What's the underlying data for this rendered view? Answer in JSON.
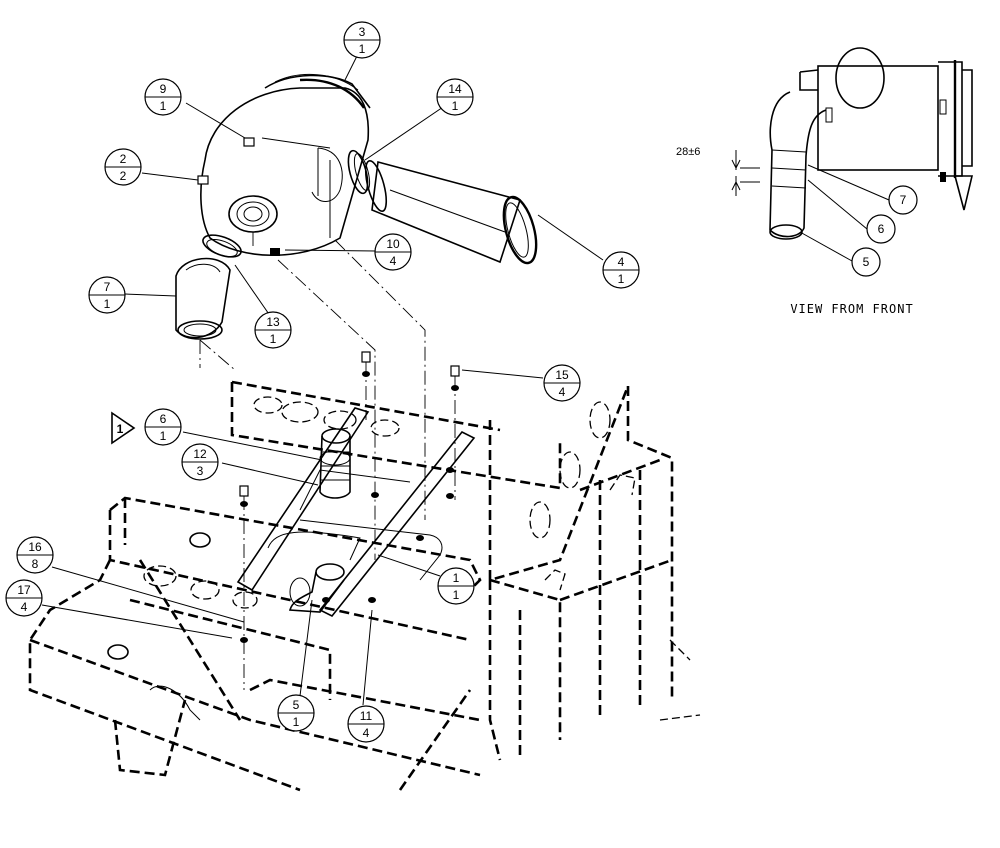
{
  "diagram": {
    "view_label": "VIEW FROM FRONT",
    "dimension": "28±6",
    "flag_note": "1",
    "callouts": [
      {
        "id": "c3",
        "item": "3",
        "qty": "1"
      },
      {
        "id": "c9",
        "item": "9",
        "qty": "1"
      },
      {
        "id": "c14",
        "item": "14",
        "qty": "1"
      },
      {
        "id": "c2",
        "item": "2",
        "qty": "2"
      },
      {
        "id": "c10",
        "item": "10",
        "qty": "4"
      },
      {
        "id": "c4",
        "item": "4",
        "qty": "1"
      },
      {
        "id": "c7",
        "item": "7",
        "qty": "1"
      },
      {
        "id": "c13",
        "item": "13",
        "qty": "1"
      },
      {
        "id": "c15",
        "item": "15",
        "qty": "4"
      },
      {
        "id": "c6",
        "item": "6",
        "qty": "1"
      },
      {
        "id": "c12",
        "item": "12",
        "qty": "3"
      },
      {
        "id": "c16",
        "item": "16",
        "qty": "8"
      },
      {
        "id": "c17",
        "item": "17",
        "qty": "4"
      },
      {
        "id": "c1",
        "item": "1",
        "qty": "1"
      },
      {
        "id": "c5",
        "item": "5",
        "qty": "1"
      },
      {
        "id": "c11",
        "item": "11",
        "qty": "4"
      }
    ],
    "front_view_callouts": [
      {
        "id": "f7",
        "item": "7"
      },
      {
        "id": "f6",
        "item": "6"
      },
      {
        "id": "f5",
        "item": "5"
      }
    ]
  }
}
